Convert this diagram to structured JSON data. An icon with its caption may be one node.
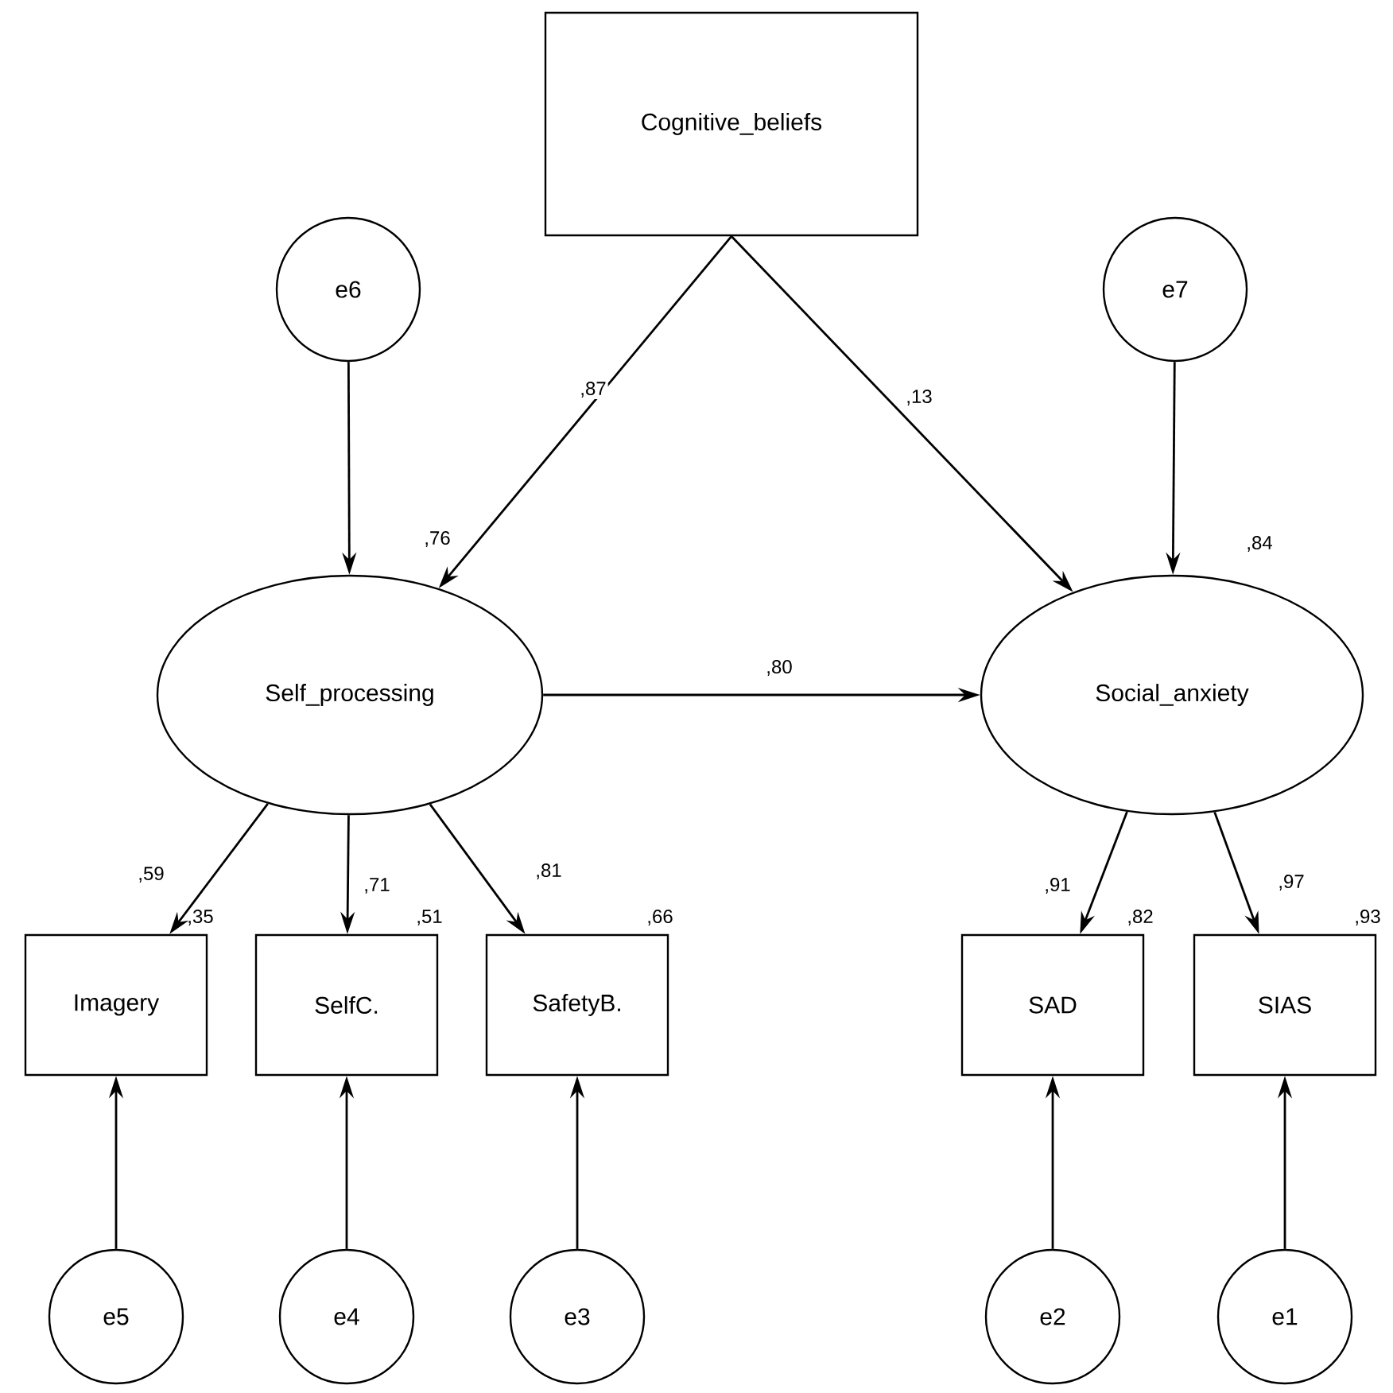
{
  "diagram": {
    "nodes": [
      {
        "text": [
          "Cognitive_beliefs"
        ]
      },
      {
        "text": [
          "e6"
        ]
      },
      {
        "text": [
          "e7"
        ]
      },
      {
        "text": [
          "Self_processing"
        ],
        "beside": [
          ",76"
        ]
      },
      {
        "text": [
          "Social_anxiety"
        ],
        "beside": [
          ",84"
        ]
      },
      {
        "text": [
          "Imagery"
        ],
        "beside": [
          ",35"
        ]
      },
      {
        "text": [
          "SelfC."
        ],
        "beside": [
          ",51"
        ]
      },
      {
        "text": [
          "SafetyB."
        ],
        "beside": [
          ",66"
        ]
      },
      {
        "text": [
          "SAD"
        ],
        "beside": [
          ",82"
        ]
      },
      {
        "text": [
          "SIAS"
        ],
        "beside": [
          ",93"
        ]
      },
      {
        "text": [
          "e5"
        ]
      },
      {
        "text": [
          "e4"
        ]
      },
      {
        "text": [
          "e3"
        ]
      },
      {
        "text": [
          "e2"
        ]
      },
      {
        "text": [
          "e1"
        ]
      }
    ],
    "edges": [
      {
        "from": 0,
        "to": 3,
        "arrow": "to",
        "label": ",87"
      },
      {
        "from": 0,
        "to": 4,
        "arrow": "to",
        "label": ",13"
      },
      {
        "from": 1,
        "to": 3,
        "arrow": "to"
      },
      {
        "from": 2,
        "to": 4,
        "arrow": "to"
      },
      {
        "from": 3,
        "to": 4,
        "arrow": "to",
        "label": ",80"
      },
      {
        "from": 3,
        "to": 5,
        "arrow": "to",
        "label": ",59"
      },
      {
        "from": 3,
        "to": 6,
        "arrow": "to",
        "label": ",71"
      },
      {
        "from": 3,
        "to": 7,
        "arrow": "to",
        "label": ",81"
      },
      {
        "from": 4,
        "to": 8,
        "arrow": "to",
        "label": ",91"
      },
      {
        "from": 4,
        "to": 9,
        "arrow": "to",
        "label": ",97"
      },
      {
        "from": 10,
        "to": 5,
        "arrow": "to"
      },
      {
        "from": 11,
        "to": 6,
        "arrow": "to"
      },
      {
        "from": 12,
        "to": 7,
        "arrow": "to"
      },
      {
        "from": 13,
        "to": 8,
        "arrow": "to"
      },
      {
        "from": 14,
        "to": 9,
        "arrow": "to"
      }
    ]
  }
}
